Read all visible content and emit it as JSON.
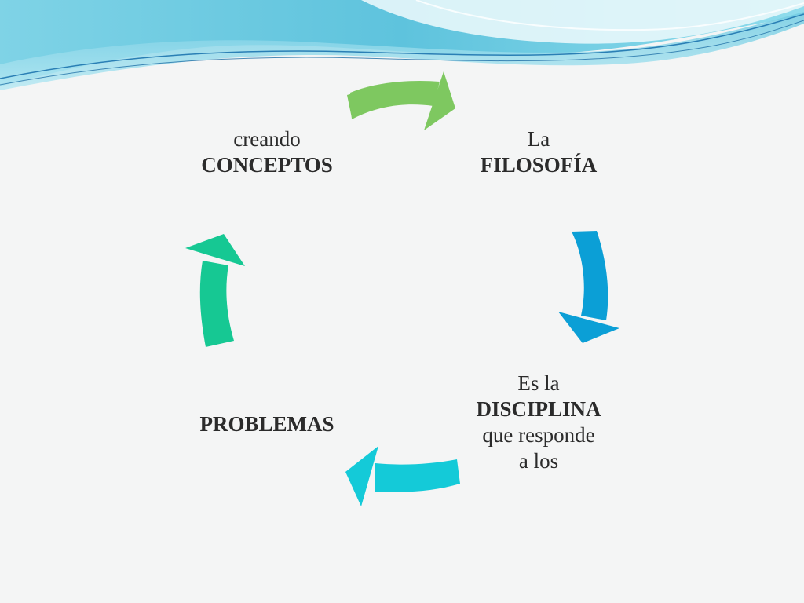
{
  "diagram": {
    "nodes": {
      "filosofia": {
        "line1": "La",
        "line2": "FILOSOFÍA"
      },
      "disciplina": {
        "line1": "Es la",
        "line2": "DISCIPLINA",
        "line3": "que responde",
        "line4": "a los"
      },
      "problemas": {
        "line1": "PROBLEMAS"
      },
      "conceptos": {
        "line1": "creando",
        "line2": "CONCEPTOS"
      }
    },
    "arrows": [
      {
        "name": "arrow-conceptos-to-filosofia",
        "color": "#7ec860"
      },
      {
        "name": "arrow-filosofia-to-disciplina",
        "color": "#0b9fd6"
      },
      {
        "name": "arrow-disciplina-to-problemas",
        "color": "#14cad8"
      },
      {
        "name": "arrow-problemas-to-conceptos",
        "color": "#16c893"
      }
    ]
  }
}
